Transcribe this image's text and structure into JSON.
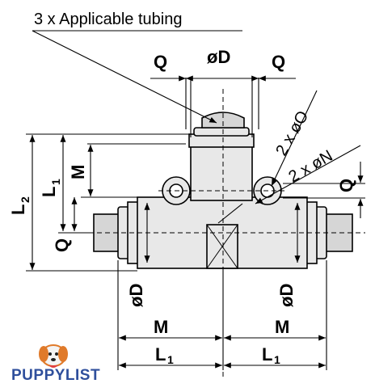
{
  "callouts": {
    "tubing": "3 x Applicable tubing",
    "hole_o": "2 x øO",
    "hole_n": "2 x øN"
  },
  "dims": {
    "top_d": "øD",
    "q_left": "Q",
    "q_right": "Q",
    "q_side_right": "Q",
    "q_side_left": "Q",
    "l2": "L",
    "l2_sub": "2",
    "l1_vert": "L",
    "l1_vert_sub": "1",
    "m_vert": "M",
    "d_left": "øD",
    "d_right": "øD",
    "m_left": "M",
    "m_right": "M",
    "l1_left": "L",
    "l1_left_sub": "1",
    "l1_right": "L",
    "l1_right_sub": "1"
  },
  "watermark": {
    "text": "PUPPYLIST",
    "icon": "puppy-dog-icon"
  },
  "colors": {
    "line": "#000000",
    "body_fill": "#e8e8e8",
    "tube_fill": "#d6d6d6",
    "watermark_blue": "#2f4f9c",
    "watermark_orange": "#e07a2a"
  }
}
